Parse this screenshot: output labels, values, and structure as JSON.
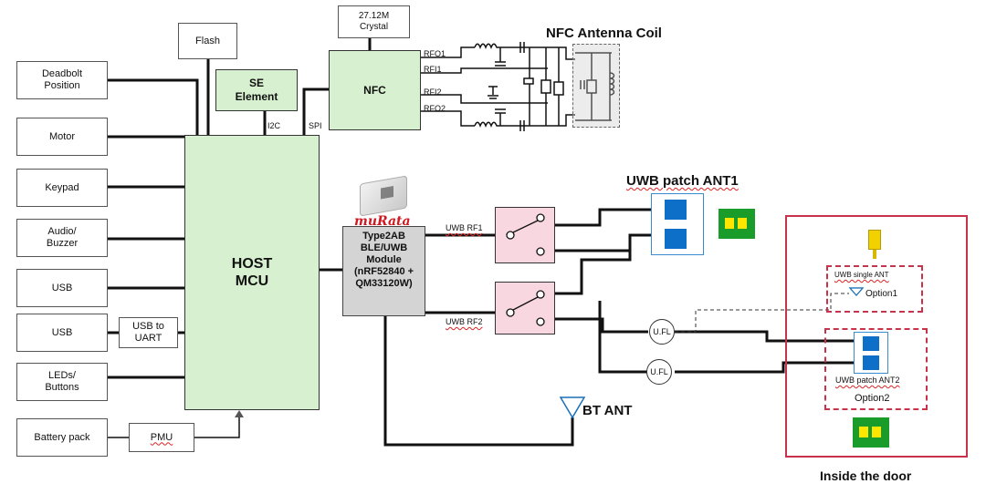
{
  "left_blocks": {
    "deadbolt": "Deadbolt Position",
    "motor": "Motor",
    "keypad": "Keypad",
    "audio": "Audio/ Buzzer",
    "usb1": "USB",
    "usb2": "USB",
    "usb_uart": "USB to UART",
    "leds": "LEDs/ Buttons",
    "battery": "Battery pack",
    "pmu": "PMU"
  },
  "top_blocks": {
    "flash": "Flash",
    "se": "SE Element",
    "nfc": "NFC",
    "crystal": "27.12M Crystal",
    "i2c": "I2C",
    "spi": "SPI"
  },
  "nfc_pins": [
    "RFO1",
    "RFI1",
    "RFI2",
    "RFO2"
  ],
  "nfc_coil_title": "NFC Antenna Coil",
  "host_mcu": "HOST MCU",
  "module": {
    "brand": "muRata",
    "line1": "Type2AB",
    "line2": "BLE/UWB",
    "line3": "Module",
    "line4": "(nRF52840 +",
    "line5": "QM33120W)"
  },
  "rf_labels": {
    "rf1": "UWB RF1",
    "rf2": "UWB RF2"
  },
  "ufl": [
    "U.FL",
    "U.FL"
  ],
  "uwb_ant1_title": "UWB patch ANT1",
  "bt_ant": "BT ANT",
  "inside_door": {
    "title": "Inside the door",
    "single_ant": "UWB single ANT",
    "option1": "Option1",
    "patch_ant2": "UWB patch ANT2",
    "option2": "Option2"
  },
  "colors": {
    "green_block": "#d7f0cf",
    "pink_switch": "#f8d7e1",
    "patch_blue": "#0e6fc8",
    "pad_yellow": "#ffe600",
    "door_red": "#c8324a"
  }
}
